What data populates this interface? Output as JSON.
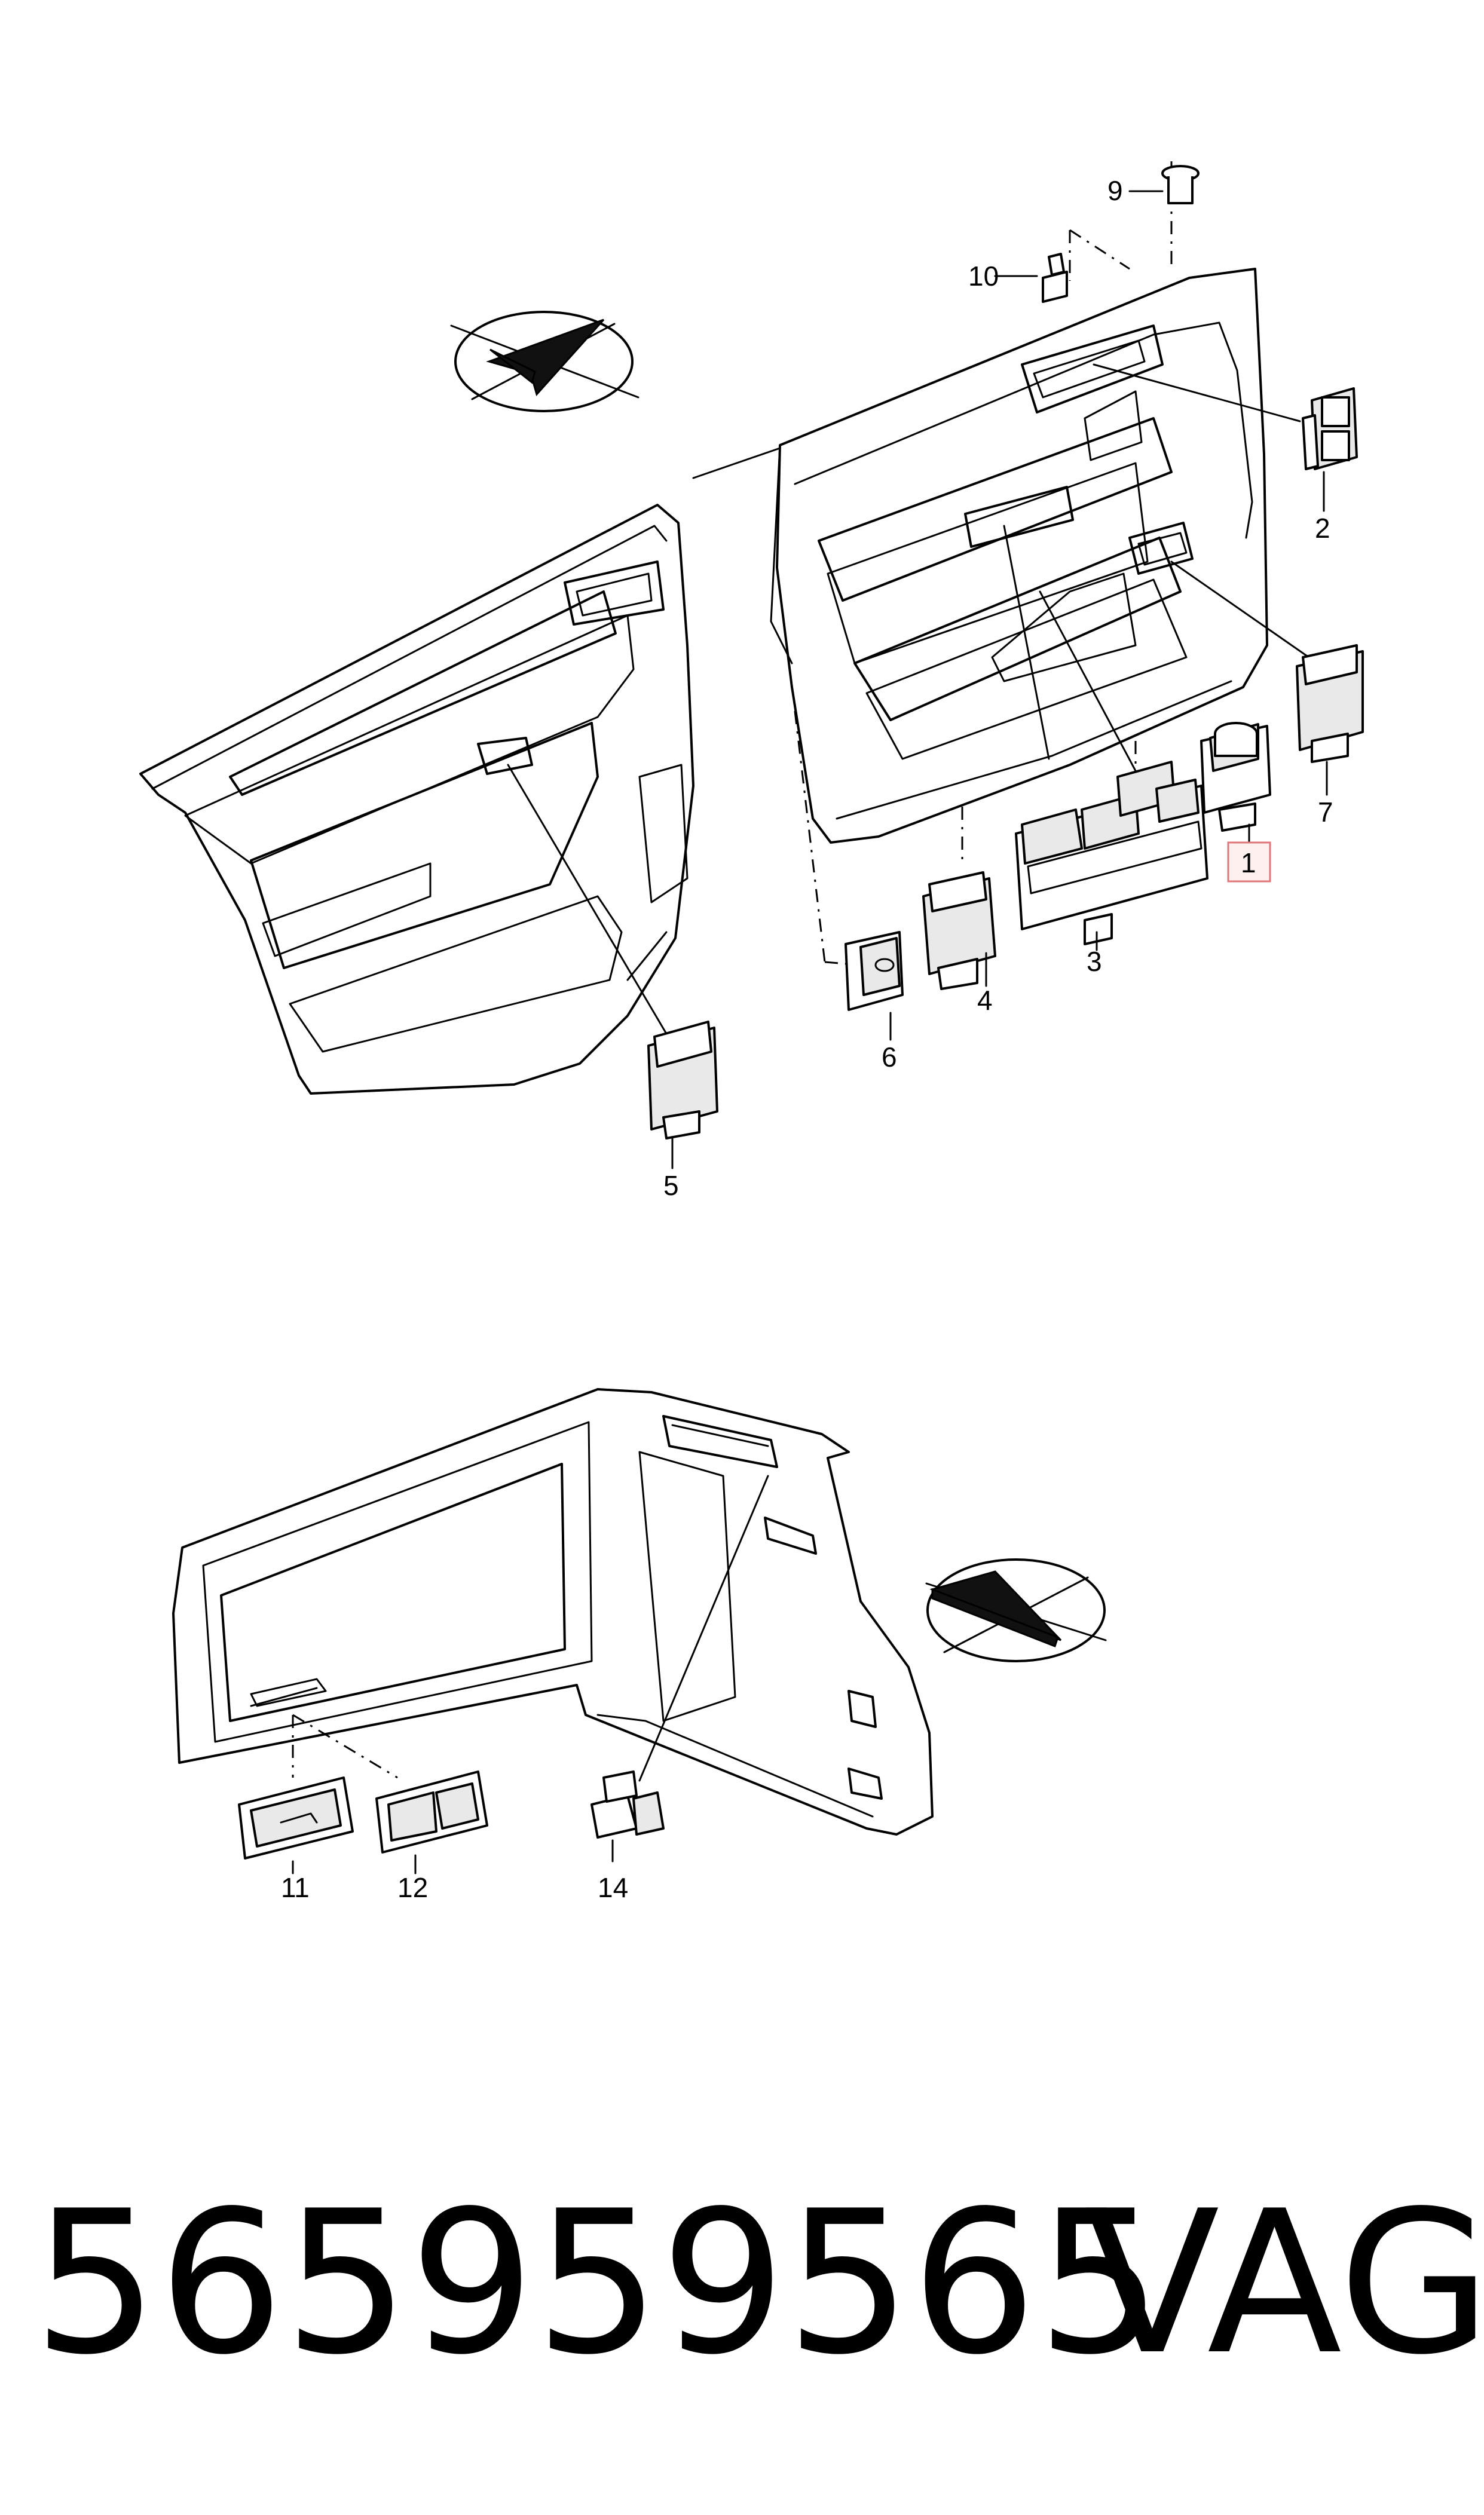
{
  "callouts": {
    "c1": "1",
    "c2": "2",
    "c3": "3",
    "c4": "4",
    "c5": "5",
    "c6": "6",
    "c7": "7",
    "c9": "9",
    "c10": "10",
    "c11": "11",
    "c12": "12",
    "c14": "14"
  },
  "highlighted_callout": "1",
  "footer": {
    "part_number": "565959565",
    "brand": "VAG"
  },
  "colors": {
    "line": "#000000",
    "highlight_border": "#e0767a",
    "highlight_fill": "#fff0f0"
  },
  "icons": [
    "direction-arrow-icon",
    "direction-arrow-icon"
  ]
}
